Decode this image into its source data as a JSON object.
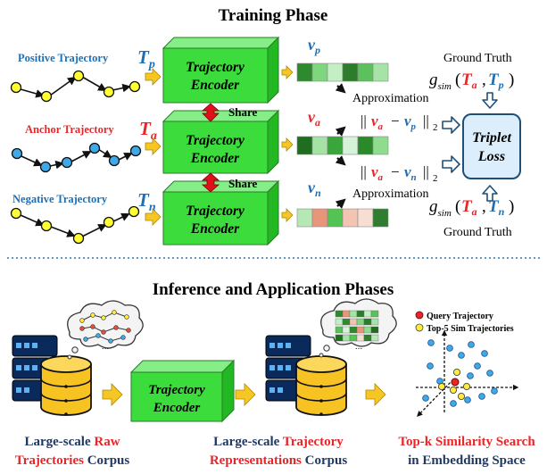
{
  "training": {
    "title": "Training Phase",
    "positive_label": "Positive Trajectory",
    "anchor_label": "Anchor Trajectory",
    "negative_label": "Negative Trajectory",
    "tp_base": "T",
    "tp_sub": "p",
    "ta_base": "T",
    "ta_sub": "a",
    "tn_base": "T",
    "tn_sub": "n",
    "encoder_line1": "Trajectory",
    "encoder_line2": "Encoder",
    "share": "Share",
    "vp_base": "v",
    "vp_sub": "p",
    "va_base": "v",
    "va_sub": "a",
    "vn_base": "v",
    "vn_sub": "n",
    "approximation": "Approximation",
    "ground_truth": "Ground Truth",
    "triplet_line1": "Triplet",
    "triplet_line2": "Loss",
    "gsim_g": "g",
    "gsim_sub": "sim",
    "norm_sub": "2"
  },
  "inference": {
    "title": "Inference and Application Phases",
    "encoder_line1": "Trajectory",
    "encoder_line2": "Encoder",
    "legend_query": "Query Trajectory",
    "legend_top5": "Top-5 Sim Trajectories",
    "cap1_a": "Large-scale ",
    "cap1_b": "Raw",
    "cap1_c": "Trajectories",
    "cap1_d": " Corpus",
    "cap2_a": "Large-scale ",
    "cap2_b": "Trajectory",
    "cap2_c": "Representations",
    "cap2_d": " Corpus",
    "cap3_line1": "Top-k Similarity Search",
    "cap3_line2": "in Embedding Space"
  },
  "colors": {
    "blue_label": "#1f6fb5",
    "red_label": "#e8262a",
    "dark_navy": "#1f3864",
    "encoder_green": "#3ddc3d",
    "arrow_yellow": "#f6c624",
    "share_red": "#e0101a",
    "triplet_fill": "#dceefb"
  }
}
